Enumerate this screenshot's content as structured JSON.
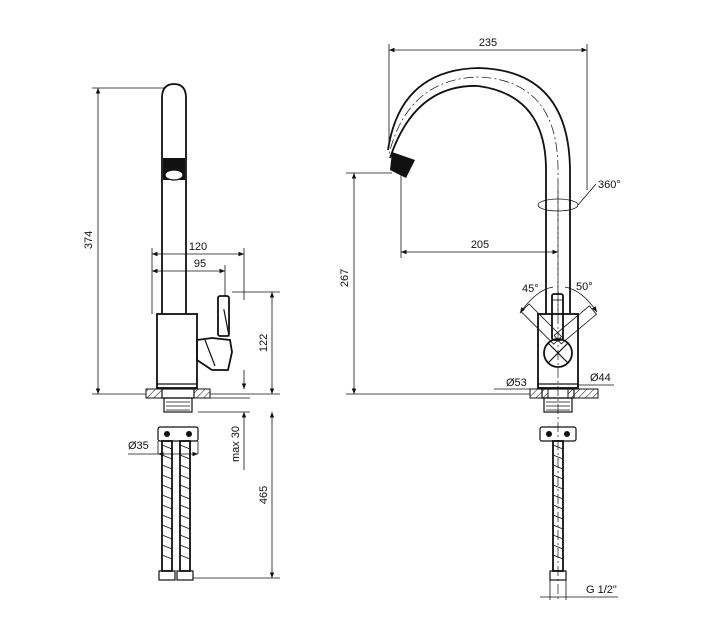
{
  "diagram": {
    "colors": {
      "line": "#111111",
      "background": "#ffffff"
    },
    "side_view": {
      "dimensions": {
        "overall_height": "374",
        "handle_reach": "120",
        "lever_reach": "95",
        "body_height": "122",
        "base_diameter": "Ø35",
        "max_mount_thickness": "max 30",
        "hose_length": "465"
      }
    },
    "front_view": {
      "dimensions": {
        "spout_span": "235",
        "spout_reach": "205",
        "spout_height": "267",
        "rotation": "360°",
        "lever_left_angle": "45°",
        "lever_right_angle": "50°",
        "base_diameter": "Ø53",
        "body_diameter": "Ø44",
        "thread": "G 1/2\""
      }
    }
  }
}
